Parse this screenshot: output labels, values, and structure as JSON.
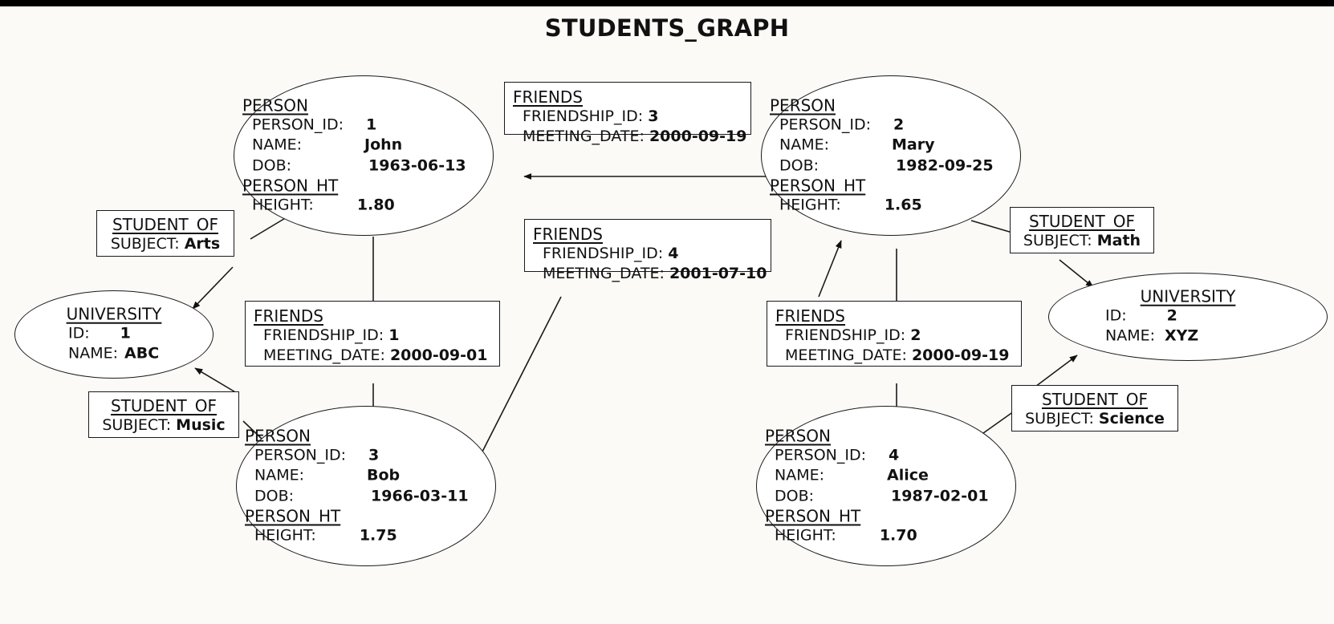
{
  "title": "STUDENTS_GRAPH",
  "labels": {
    "person": "PERSON",
    "person_ht": "PERSON_HT",
    "university": "UNIVERSITY",
    "friends": "FRIENDS",
    "student_of": "STUDENT_OF",
    "person_id": "PERSON_ID:",
    "name": "NAME:",
    "dob": "DOB:",
    "height": "HEIGHT:",
    "id": "ID:",
    "friendship_id": "FRIENDSHIP_ID:",
    "meeting_date": "MEETING_DATE:",
    "subject": "SUBJECT:"
  },
  "graph_data": {
    "type": "diagram",
    "nodes": [
      {
        "id": "p1",
        "kind": "PERSON",
        "labels": [
          "PERSON",
          "PERSON_HT"
        ],
        "person_id": "1",
        "name": "John",
        "dob": "1963-06-13",
        "height": "1.80"
      },
      {
        "id": "p2",
        "kind": "PERSON",
        "labels": [
          "PERSON",
          "PERSON_HT"
        ],
        "person_id": "2",
        "name": "Mary",
        "dob": "1982-09-25",
        "height": "1.65"
      },
      {
        "id": "p3",
        "kind": "PERSON",
        "labels": [
          "PERSON",
          "PERSON_HT"
        ],
        "person_id": "3",
        "name": "Bob",
        "dob": "1966-03-11",
        "height": "1.75"
      },
      {
        "id": "p4",
        "kind": "PERSON",
        "labels": [
          "PERSON",
          "PERSON_HT"
        ],
        "person_id": "4",
        "name": "Alice",
        "dob": "1987-02-01",
        "height": "1.70"
      },
      {
        "id": "u1",
        "kind": "UNIVERSITY",
        "labels": [
          "UNIVERSITY"
        ],
        "uni_id": "1",
        "uni_name": "ABC"
      },
      {
        "id": "u2",
        "kind": "UNIVERSITY",
        "labels": [
          "UNIVERSITY"
        ],
        "uni_id": "2",
        "uni_name": "XYZ"
      }
    ],
    "relationships": [
      {
        "id": "f3",
        "kind": "FRIENDS",
        "friendship_id": "3",
        "meeting_date": "2000-09-19",
        "from": "p2",
        "to": "p1"
      },
      {
        "id": "f4",
        "kind": "FRIENDS",
        "friendship_id": "4",
        "meeting_date": "2001-07-10",
        "from": "p3",
        "to": "p2"
      },
      {
        "id": "f1",
        "kind": "FRIENDS",
        "friendship_id": "1",
        "meeting_date": "2000-09-01",
        "from": "p1",
        "to": "p3"
      },
      {
        "id": "f2",
        "kind": "FRIENDS",
        "friendship_id": "2",
        "meeting_date": "2000-09-19",
        "from": "p2",
        "to": "p4"
      },
      {
        "id": "s1",
        "kind": "STUDENT_OF",
        "subject": "Arts",
        "from": "p1",
        "to": "u1"
      },
      {
        "id": "s2",
        "kind": "STUDENT_OF",
        "subject": "Music",
        "from": "p3",
        "to": "u1"
      },
      {
        "id": "s3",
        "kind": "STUDENT_OF",
        "subject": "Math",
        "from": "p2",
        "to": "u2"
      },
      {
        "id": "s4",
        "kind": "STUDENT_OF",
        "subject": "Science",
        "from": "p4",
        "to": "u2"
      }
    ]
  },
  "nodes": {
    "p1": {
      "title": "PERSON",
      "title2": "PERSON_HT",
      "k_id": "PERSON_ID:",
      "v_id": "1",
      "k_name": "NAME:",
      "v_name": "John",
      "k_dob": "DOB:",
      "v_dob": "1963-06-13",
      "k_h": "HEIGHT:",
      "v_h": "1.80"
    },
    "p2": {
      "title": "PERSON",
      "title2": "PERSON_HT",
      "k_id": "PERSON_ID:",
      "v_id": "2",
      "k_name": "NAME:",
      "v_name": "Mary",
      "k_dob": "DOB:",
      "v_dob": "1982-09-25",
      "k_h": "HEIGHT:",
      "v_h": "1.65"
    },
    "p3": {
      "title": "PERSON",
      "title2": "PERSON_HT",
      "k_id": "PERSON_ID:",
      "v_id": "3",
      "k_name": "NAME:",
      "v_name": "Bob",
      "k_dob": "DOB:",
      "v_dob": "1966-03-11",
      "k_h": "HEIGHT:",
      "v_h": "1.75"
    },
    "p4": {
      "title": "PERSON",
      "title2": "PERSON_HT",
      "k_id": "PERSON_ID:",
      "v_id": "4",
      "k_name": "NAME:",
      "v_name": "Alice",
      "k_dob": "DOB:",
      "v_dob": "1987-02-01",
      "k_h": "HEIGHT:",
      "v_h": "1.70"
    },
    "u1": {
      "title": "UNIVERSITY",
      "k_id": "ID:",
      "v_id": "1",
      "k_name": "NAME:",
      "v_name": "ABC"
    },
    "u2": {
      "title": "UNIVERSITY",
      "k_id": "ID:",
      "v_id": "2",
      "k_name": "NAME:",
      "v_name": "XYZ"
    }
  },
  "rels": {
    "f3": {
      "title": "FRIENDS",
      "k_fid": "FRIENDSHIP_ID:",
      "v_fid": "3",
      "k_md": "MEETING_DATE:",
      "v_md": "2000-09-19"
    },
    "f4": {
      "title": "FRIENDS",
      "k_fid": "FRIENDSHIP_ID:",
      "v_fid": "4",
      "k_md": "MEETING_DATE:",
      "v_md": "2001-07-10"
    },
    "f1": {
      "title": "FRIENDS",
      "k_fid": "FRIENDSHIP_ID:",
      "v_fid": "1",
      "k_md": "MEETING_DATE:",
      "v_md": "2000-09-01"
    },
    "f2": {
      "title": "FRIENDS",
      "k_fid": "FRIENDSHIP_ID:",
      "v_fid": "2",
      "k_md": "MEETING_DATE:",
      "v_md": "2000-09-19"
    },
    "s1": {
      "title": "STUDENT_OF",
      "k_sub": "SUBJECT:",
      "v_sub": "Arts"
    },
    "s2": {
      "title": "STUDENT_OF",
      "k_sub": "SUBJECT:",
      "v_sub": "Music"
    },
    "s3": {
      "title": "STUDENT_OF",
      "k_sub": "SUBJECT:",
      "v_sub": "Math"
    },
    "s4": {
      "title": "STUDENT_OF",
      "k_sub": "SUBJECT:",
      "v_sub": "Science"
    }
  },
  "colors": {
    "background": "#fbfaf7",
    "stroke": "#1a1a1a",
    "node_fill": "#ffffff",
    "text": "#111111",
    "topbar": "#000000"
  }
}
